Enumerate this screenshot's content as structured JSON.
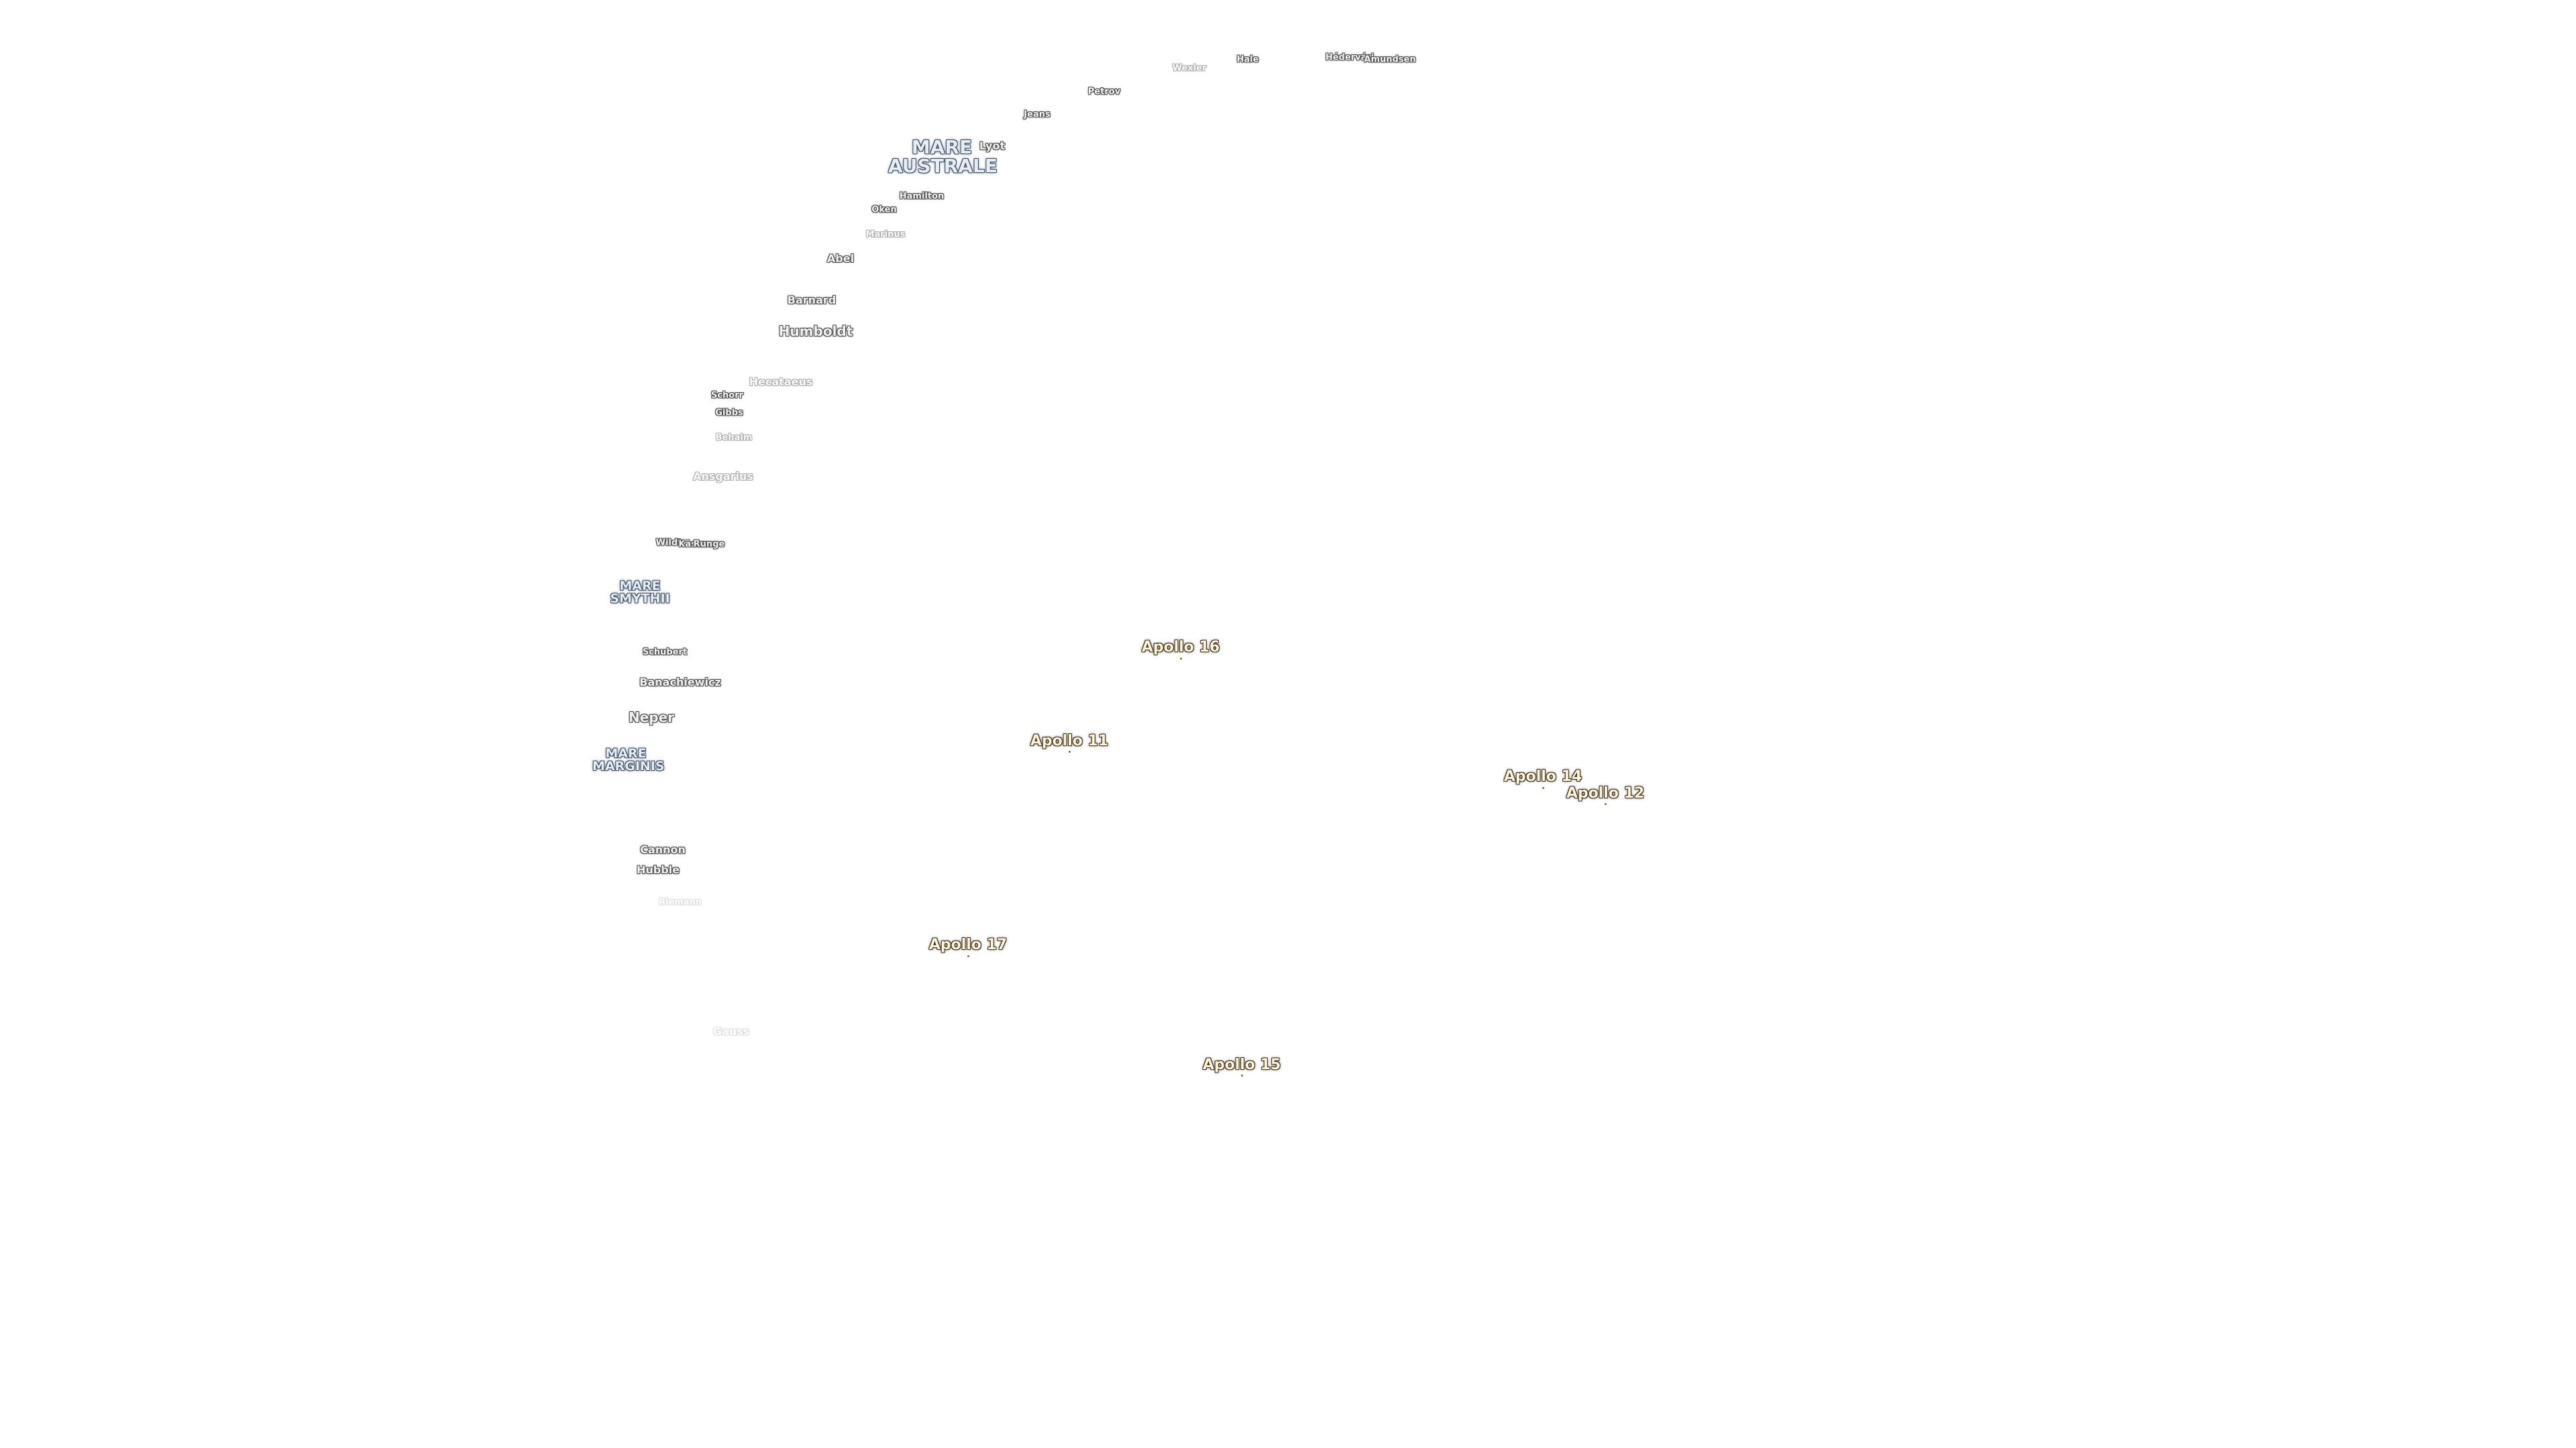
{
  "craters": [
    {
      "key": "hale",
      "label": "Hale"
    },
    {
      "key": "wexler",
      "label": "Wexler"
    },
    {
      "key": "hedervari",
      "label": "Hédervári"
    },
    {
      "key": "amundsen",
      "label": "Amundsen"
    },
    {
      "key": "petrov",
      "label": "Petrov"
    },
    {
      "key": "jeans",
      "label": "Jeans"
    },
    {
      "key": "lyot",
      "label": "Lyot"
    },
    {
      "key": "hamilton",
      "label": "Hamilton"
    },
    {
      "key": "oken",
      "label": "Oken"
    },
    {
      "key": "marinus",
      "label": "Marinus"
    },
    {
      "key": "abel",
      "label": "Abel"
    },
    {
      "key": "barnard",
      "label": "Barnard"
    },
    {
      "key": "humboldt",
      "label": "Humboldt"
    },
    {
      "key": "hecataeus",
      "label": "Hecataeus"
    },
    {
      "key": "schorr",
      "label": "Schorr"
    },
    {
      "key": "gibbs",
      "label": "Gibbs"
    },
    {
      "key": "behaim",
      "label": "Behaim"
    },
    {
      "key": "ansgarius",
      "label": "Ansgarius"
    },
    {
      "key": "wildt",
      "label": "Wildt"
    },
    {
      "key": "kastner",
      "label": "Kästner"
    },
    {
      "key": "runge",
      "label": "Runge"
    },
    {
      "key": "schubert",
      "label": "Schubert"
    },
    {
      "key": "banachiewicz",
      "label": "Banachiewicz"
    },
    {
      "key": "neper",
      "label": "Neper"
    },
    {
      "key": "cannon",
      "label": "Cannon"
    },
    {
      "key": "hubble",
      "label": "Hubble"
    },
    {
      "key": "riemann",
      "label": "Riemann"
    },
    {
      "key": "gauss",
      "label": "Gauss"
    }
  ],
  "maria": [
    {
      "key": "australe",
      "label": "MARE AUSTRALE"
    },
    {
      "key": "smythii",
      "label": "MARE SMYTHII"
    },
    {
      "key": "marginis",
      "label": "MARE MARGINIS"
    }
  ],
  "apollo_sites": [
    {
      "key": "apollo16",
      "label": "Apollo 16"
    },
    {
      "key": "apollo11",
      "label": "Apollo 11"
    },
    {
      "key": "apollo14",
      "label": "Apollo 14"
    },
    {
      "key": "apollo12",
      "label": "Apollo 12"
    },
    {
      "key": "apollo17",
      "label": "Apollo 17"
    },
    {
      "key": "apollo15",
      "label": "Apollo 15"
    }
  ]
}
